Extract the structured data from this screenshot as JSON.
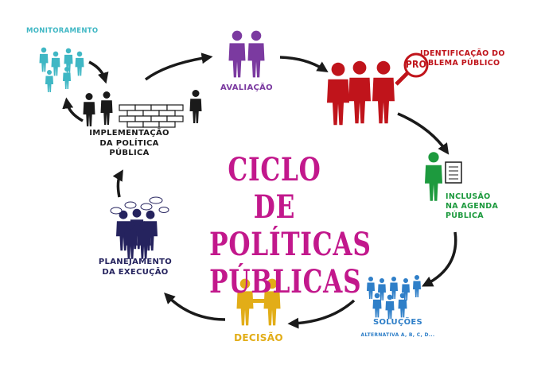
{
  "title": {
    "line1": "CICLO DE",
    "line2": "POLÍTICAS",
    "line3": "PÚBLICAS",
    "color": "#c2188c"
  },
  "stages": {
    "monitoramento": {
      "label": "MONITORAMENTO",
      "color": "#3fb7c4"
    },
    "implementacao": {
      "line1": "IMPLEMENTAÇÃO",
      "line2": "DA POLÍTICA",
      "line3": "PÚBLICA",
      "color": "#1a1a1a"
    },
    "avaliacao": {
      "label": "AVALIAÇÃO",
      "color": "#7b3aa0"
    },
    "identificacao": {
      "line1": "IDENTIFICAÇÃO DO",
      "line2": "BLEMA PÚBLICO",
      "badge": "PRO",
      "color": "#c0141b"
    },
    "inclusao": {
      "line1": "INCLUSÃO",
      "line2": "NA AGENDA",
      "line3": "PÚBLICA",
      "color": "#1d9a3e"
    },
    "solucoes": {
      "label": "SOLUÇÕES",
      "sub": "ALTERNATIVA A, B, C, D...",
      "color": "#2f7fc8"
    },
    "decisao": {
      "label": "DECISÃO",
      "color": "#e2ad17"
    },
    "planejamento": {
      "line1": "PLANEJAMENTO",
      "line2": "DA EXECUÇÃO",
      "color": "#25235e"
    }
  }
}
